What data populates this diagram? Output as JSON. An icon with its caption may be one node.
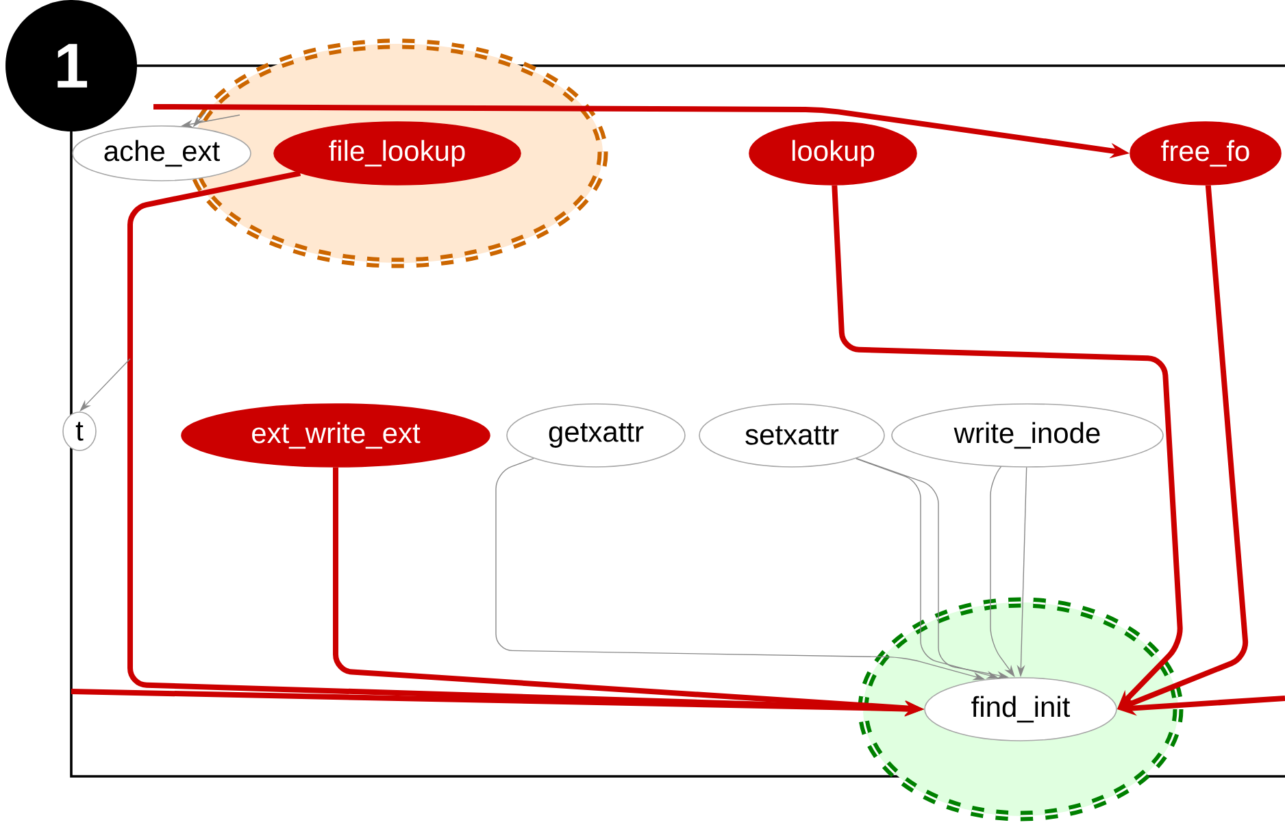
{
  "diagram": {
    "nodes": [
      {
        "text": [
          "ache_ext"
        ]
      },
      {
        "text": [
          "file_lookup"
        ]
      },
      {
        "text": [
          "lookup"
        ]
      },
      {
        "text": [
          "free_fo"
        ]
      },
      {
        "text": [
          "t"
        ]
      },
      {
        "text": [
          "ext_write_ext"
        ]
      },
      {
        "text": [
          "getxattr"
        ]
      },
      {
        "text": [
          "setxattr"
        ]
      },
      {
        "text": [
          "write_inode"
        ]
      },
      {
        "text": [
          "find_init"
        ]
      }
    ],
    "edges": [
      {
        "from": null,
        "to": 3,
        "arrow": "to",
        "style": "thick",
        "color": "#cc0000"
      },
      {
        "from": 1,
        "to": 9,
        "arrow": "to",
        "style": "thick",
        "color": "#cc0000"
      },
      {
        "from": 2,
        "to": 9,
        "arrow": "to",
        "style": "thick",
        "color": "#cc0000"
      },
      {
        "from": 3,
        "to": 9,
        "arrow": "to",
        "style": "thick",
        "color": "#cc0000"
      },
      {
        "from": 5,
        "to": 9,
        "arrow": "to",
        "style": "thick",
        "color": "#cc0000"
      },
      {
        "from": null,
        "to": 9,
        "arrow": "to",
        "style": "thick",
        "color": "#cc0000"
      },
      {
        "from": null,
        "to": 9,
        "arrow": "to",
        "style": "thick",
        "color": "#cc0000"
      },
      {
        "from": 6,
        "to": 9,
        "arrow": "to"
      },
      {
        "from": 7,
        "to": 9,
        "arrow": "to"
      },
      {
        "from": 7,
        "to": 9,
        "arrow": "to"
      },
      {
        "from": 8,
        "to": 9,
        "arrow": "to"
      },
      {
        "from": 8,
        "to": 9,
        "arrow": "to"
      },
      {
        "from": null,
        "to": 0,
        "arrow": "to"
      },
      {
        "from": null,
        "to": 0,
        "arrow": "to"
      },
      {
        "from": null,
        "to": 4,
        "arrow": "to"
      }
    ],
    "labels": [
      "1"
    ]
  }
}
